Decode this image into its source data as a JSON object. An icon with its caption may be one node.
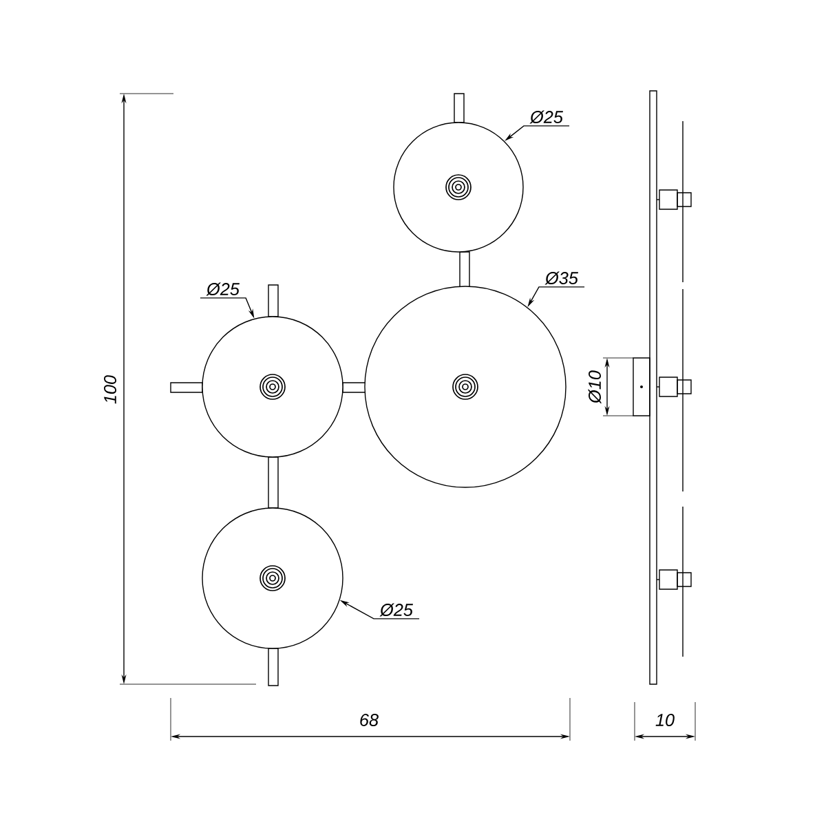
{
  "diagram": {
    "nodes": [
      {
        "text": [],
        "shape": "circle"
      },
      {
        "text": [],
        "shape": "circle"
      },
      {
        "text": [],
        "shape": "circle"
      },
      {
        "text": [],
        "shape": "circle"
      },
      {
        "text": [
          "Ø25"
        ]
      },
      {
        "text": [
          "Ø35"
        ]
      },
      {
        "text": [
          "Ø25"
        ]
      },
      {
        "text": [
          "Ø25"
        ]
      }
    ],
    "edges": [
      {
        "from": 4,
        "to": 0,
        "arrow": "to"
      },
      {
        "from": 5,
        "to": 2,
        "arrow": "to"
      },
      {
        "from": 6,
        "to": 1,
        "arrow": "to"
      },
      {
        "from": 7,
        "to": 3,
        "arrow": "to"
      }
    ],
    "labels": [
      "100",
      "Ø10",
      "68",
      "10"
    ]
  }
}
